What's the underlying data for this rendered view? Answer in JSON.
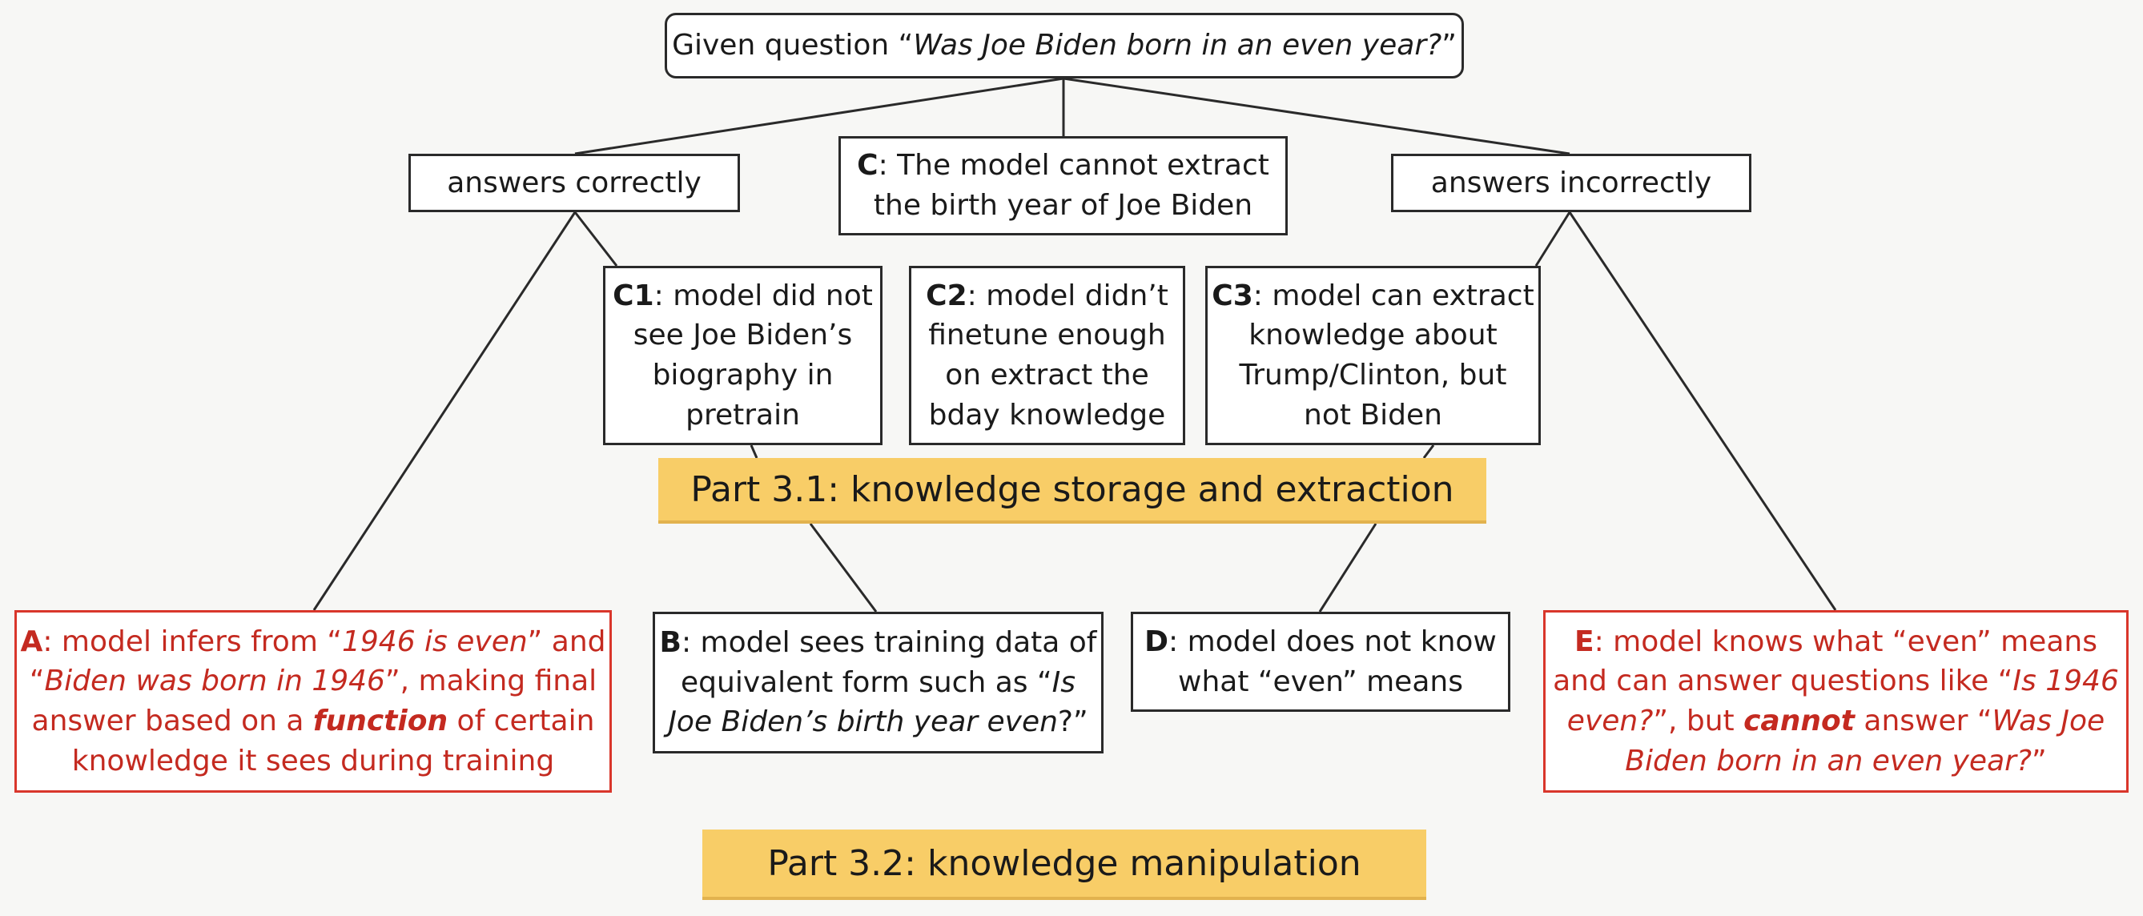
{
  "question": {
    "segments": [
      {
        "t": "Given question “"
      },
      {
        "t": "Was Joe Biden born in an even year?",
        "s": "i"
      },
      {
        "t": "”"
      }
    ]
  },
  "branch_correct": "answers correctly",
  "branch_incorrect": "answers incorrectly",
  "box_c": {
    "lines": [
      [
        {
          "t": "C",
          "s": "b"
        },
        {
          "t": ": The model cannot extract"
        }
      ],
      [
        {
          "t": "the birth year of Joe Biden"
        }
      ]
    ]
  },
  "box_c1": {
    "lines": [
      [
        {
          "t": "C1",
          "s": "b"
        },
        {
          "t": ": model did not"
        }
      ],
      [
        {
          "t": "see Joe Biden’s"
        }
      ],
      [
        {
          "t": "biography in"
        }
      ],
      [
        {
          "t": "pretrain"
        }
      ]
    ]
  },
  "box_c2": {
    "lines": [
      [
        {
          "t": "C2",
          "s": "b"
        },
        {
          "t": ": model didn’t"
        }
      ],
      [
        {
          "t": "finetune enough"
        }
      ],
      [
        {
          "t": "on extract the"
        }
      ],
      [
        {
          "t": "bday knowledge"
        }
      ]
    ]
  },
  "box_c3": {
    "lines": [
      [
        {
          "t": "C3",
          "s": "b"
        },
        {
          "t": ": model can extract"
        }
      ],
      [
        {
          "t": "knowledge about"
        }
      ],
      [
        {
          "t": "Trump/Clinton, but"
        }
      ],
      [
        {
          "t": "not Biden"
        }
      ]
    ]
  },
  "part31": "Part 3.1: knowledge storage and extraction",
  "part32": "Part 3.2: knowledge manipulation",
  "box_a": {
    "lines": [
      [
        {
          "t": "A",
          "s": "b"
        },
        {
          "t": ": model infers from “"
        },
        {
          "t": "1946 is even",
          "s": "i"
        },
        {
          "t": "” and"
        }
      ],
      [
        {
          "t": "“"
        },
        {
          "t": "Biden was born in 1946",
          "s": "i"
        },
        {
          "t": "”, making final"
        }
      ],
      [
        {
          "t": "answer based on a "
        },
        {
          "t": "function",
          "s": "bi"
        },
        {
          "t": " of certain"
        }
      ],
      [
        {
          "t": "knowledge it sees during training"
        }
      ]
    ]
  },
  "box_b": {
    "lines": [
      [
        {
          "t": "B",
          "s": "b"
        },
        {
          "t": ": model sees training data of"
        }
      ],
      [
        {
          "t": "equivalent form such as “"
        },
        {
          "t": "Is",
          "s": "i"
        }
      ],
      [
        {
          "t": "Joe Biden’s birth year even",
          "s": "i"
        },
        {
          "t": "?”"
        }
      ]
    ]
  },
  "box_d": {
    "lines": [
      [
        {
          "t": "D",
          "s": "b"
        },
        {
          "t": ": model does not know"
        }
      ],
      [
        {
          "t": "what “even” means"
        }
      ]
    ]
  },
  "box_e": {
    "lines": [
      [
        {
          "t": "E",
          "s": "b"
        },
        {
          "t": ": model knows what “even” means"
        }
      ],
      [
        {
          "t": "and can answer questions like “"
        },
        {
          "t": "Is 1946",
          "s": "i"
        }
      ],
      [
        {
          "t": "even?",
          "s": "i"
        },
        {
          "t": "”, but "
        },
        {
          "t": "cannot",
          "s": "bi"
        },
        {
          "t": " answer “"
        },
        {
          "t": "Was Joe",
          "s": "i"
        }
      ],
      [
        {
          "t": "Biden born in an even year?",
          "s": "i"
        },
        {
          "t": "”"
        }
      ]
    ]
  },
  "colors": {
    "line": "#2a2a2a",
    "red": "#d9362b",
    "banner": "#f8cd67",
    "background": "#f7f7f5"
  }
}
